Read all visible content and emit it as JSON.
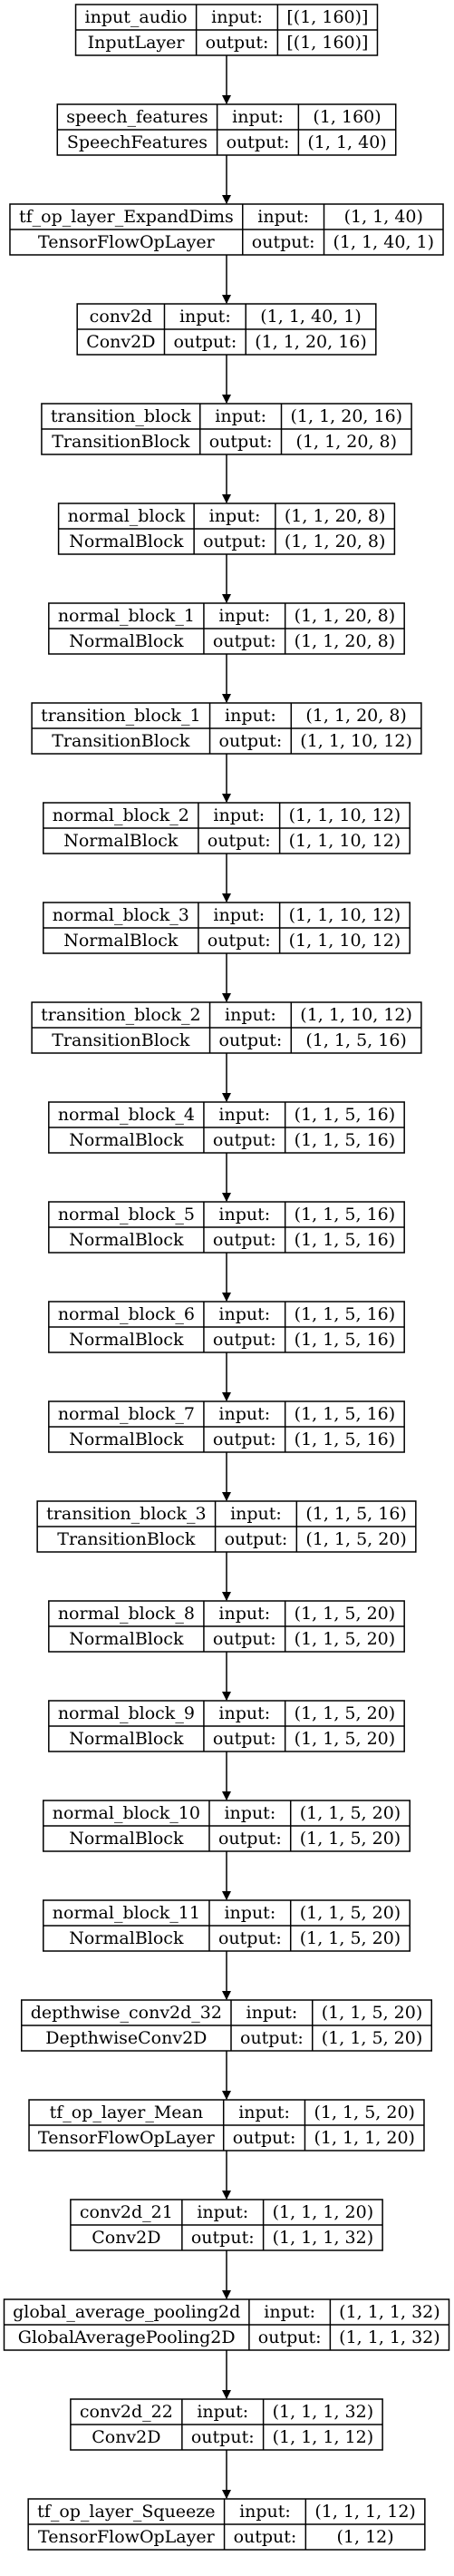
{
  "diagram": {
    "type": "keras-model-plot",
    "port_labels": {
      "input": "input:",
      "output": "output:"
    },
    "nodes": [
      {
        "name": "input_audio",
        "class": "InputLayer",
        "input": "[(1, 160)]",
        "output": "[(1, 160)]"
      },
      {
        "name": "speech_features",
        "class": "SpeechFeatures",
        "input": "(1, 160)",
        "output": "(1, 1, 40)"
      },
      {
        "name": "tf_op_layer_ExpandDims",
        "class": "TensorFlowOpLayer",
        "input": "(1, 1, 40)",
        "output": "(1, 1, 40, 1)"
      },
      {
        "name": "conv2d",
        "class": "Conv2D",
        "input": "(1, 1, 40, 1)",
        "output": "(1, 1, 20, 16)"
      },
      {
        "name": "transition_block",
        "class": "TransitionBlock",
        "input": "(1, 1, 20, 16)",
        "output": "(1, 1, 20, 8)"
      },
      {
        "name": "normal_block",
        "class": "NormalBlock",
        "input": "(1, 1, 20, 8)",
        "output": "(1, 1, 20, 8)"
      },
      {
        "name": "normal_block_1",
        "class": "NormalBlock",
        "input": "(1, 1, 20, 8)",
        "output": "(1, 1, 20, 8)"
      },
      {
        "name": "transition_block_1",
        "class": "TransitionBlock",
        "input": "(1, 1, 20, 8)",
        "output": "(1, 1, 10, 12)"
      },
      {
        "name": "normal_block_2",
        "class": "NormalBlock",
        "input": "(1, 1, 10, 12)",
        "output": "(1, 1, 10, 12)"
      },
      {
        "name": "normal_block_3",
        "class": "NormalBlock",
        "input": "(1, 1, 10, 12)",
        "output": "(1, 1, 10, 12)"
      },
      {
        "name": "transition_block_2",
        "class": "TransitionBlock",
        "input": "(1, 1, 10, 12)",
        "output": "(1, 1, 5, 16)"
      },
      {
        "name": "normal_block_4",
        "class": "NormalBlock",
        "input": "(1, 1, 5, 16)",
        "output": "(1, 1, 5, 16)"
      },
      {
        "name": "normal_block_5",
        "class": "NormalBlock",
        "input": "(1, 1, 5, 16)",
        "output": "(1, 1, 5, 16)"
      },
      {
        "name": "normal_block_6",
        "class": "NormalBlock",
        "input": "(1, 1, 5, 16)",
        "output": "(1, 1, 5, 16)"
      },
      {
        "name": "normal_block_7",
        "class": "NormalBlock",
        "input": "(1, 1, 5, 16)",
        "output": "(1, 1, 5, 16)"
      },
      {
        "name": "transition_block_3",
        "class": "TransitionBlock",
        "input": "(1, 1, 5, 16)",
        "output": "(1, 1, 5, 20)"
      },
      {
        "name": "normal_block_8",
        "class": "NormalBlock",
        "input": "(1, 1, 5, 20)",
        "output": "(1, 1, 5, 20)"
      },
      {
        "name": "normal_block_9",
        "class": "NormalBlock",
        "input": "(1, 1, 5, 20)",
        "output": "(1, 1, 5, 20)"
      },
      {
        "name": "normal_block_10",
        "class": "NormalBlock",
        "input": "(1, 1, 5, 20)",
        "output": "(1, 1, 5, 20)"
      },
      {
        "name": "normal_block_11",
        "class": "NormalBlock",
        "input": "(1, 1, 5, 20)",
        "output": "(1, 1, 5, 20)"
      },
      {
        "name": "depthwise_conv2d_32",
        "class": "DepthwiseConv2D",
        "input": "(1, 1, 5, 20)",
        "output": "(1, 1, 5, 20)"
      },
      {
        "name": "tf_op_layer_Mean",
        "class": "TensorFlowOpLayer",
        "input": "(1, 1, 5, 20)",
        "output": "(1, 1, 1, 20)"
      },
      {
        "name": "conv2d_21",
        "class": "Conv2D",
        "input": "(1, 1, 1, 20)",
        "output": "(1, 1, 1, 32)"
      },
      {
        "name": "global_average_pooling2d",
        "class": "GlobalAveragePooling2D",
        "input": "(1, 1, 1, 32)",
        "output": "(1, 1, 1, 32)"
      },
      {
        "name": "conv2d_22",
        "class": "Conv2D",
        "input": "(1, 1, 1, 32)",
        "output": "(1, 1, 1, 12)"
      },
      {
        "name": "tf_op_layer_Squeeze",
        "class": "TensorFlowOpLayer",
        "input": "(1, 1, 1, 12)",
        "output": "(1, 12)"
      }
    ],
    "colors": {
      "stroke": "#000000",
      "background": "#ffffff",
      "text": "#000000"
    }
  }
}
